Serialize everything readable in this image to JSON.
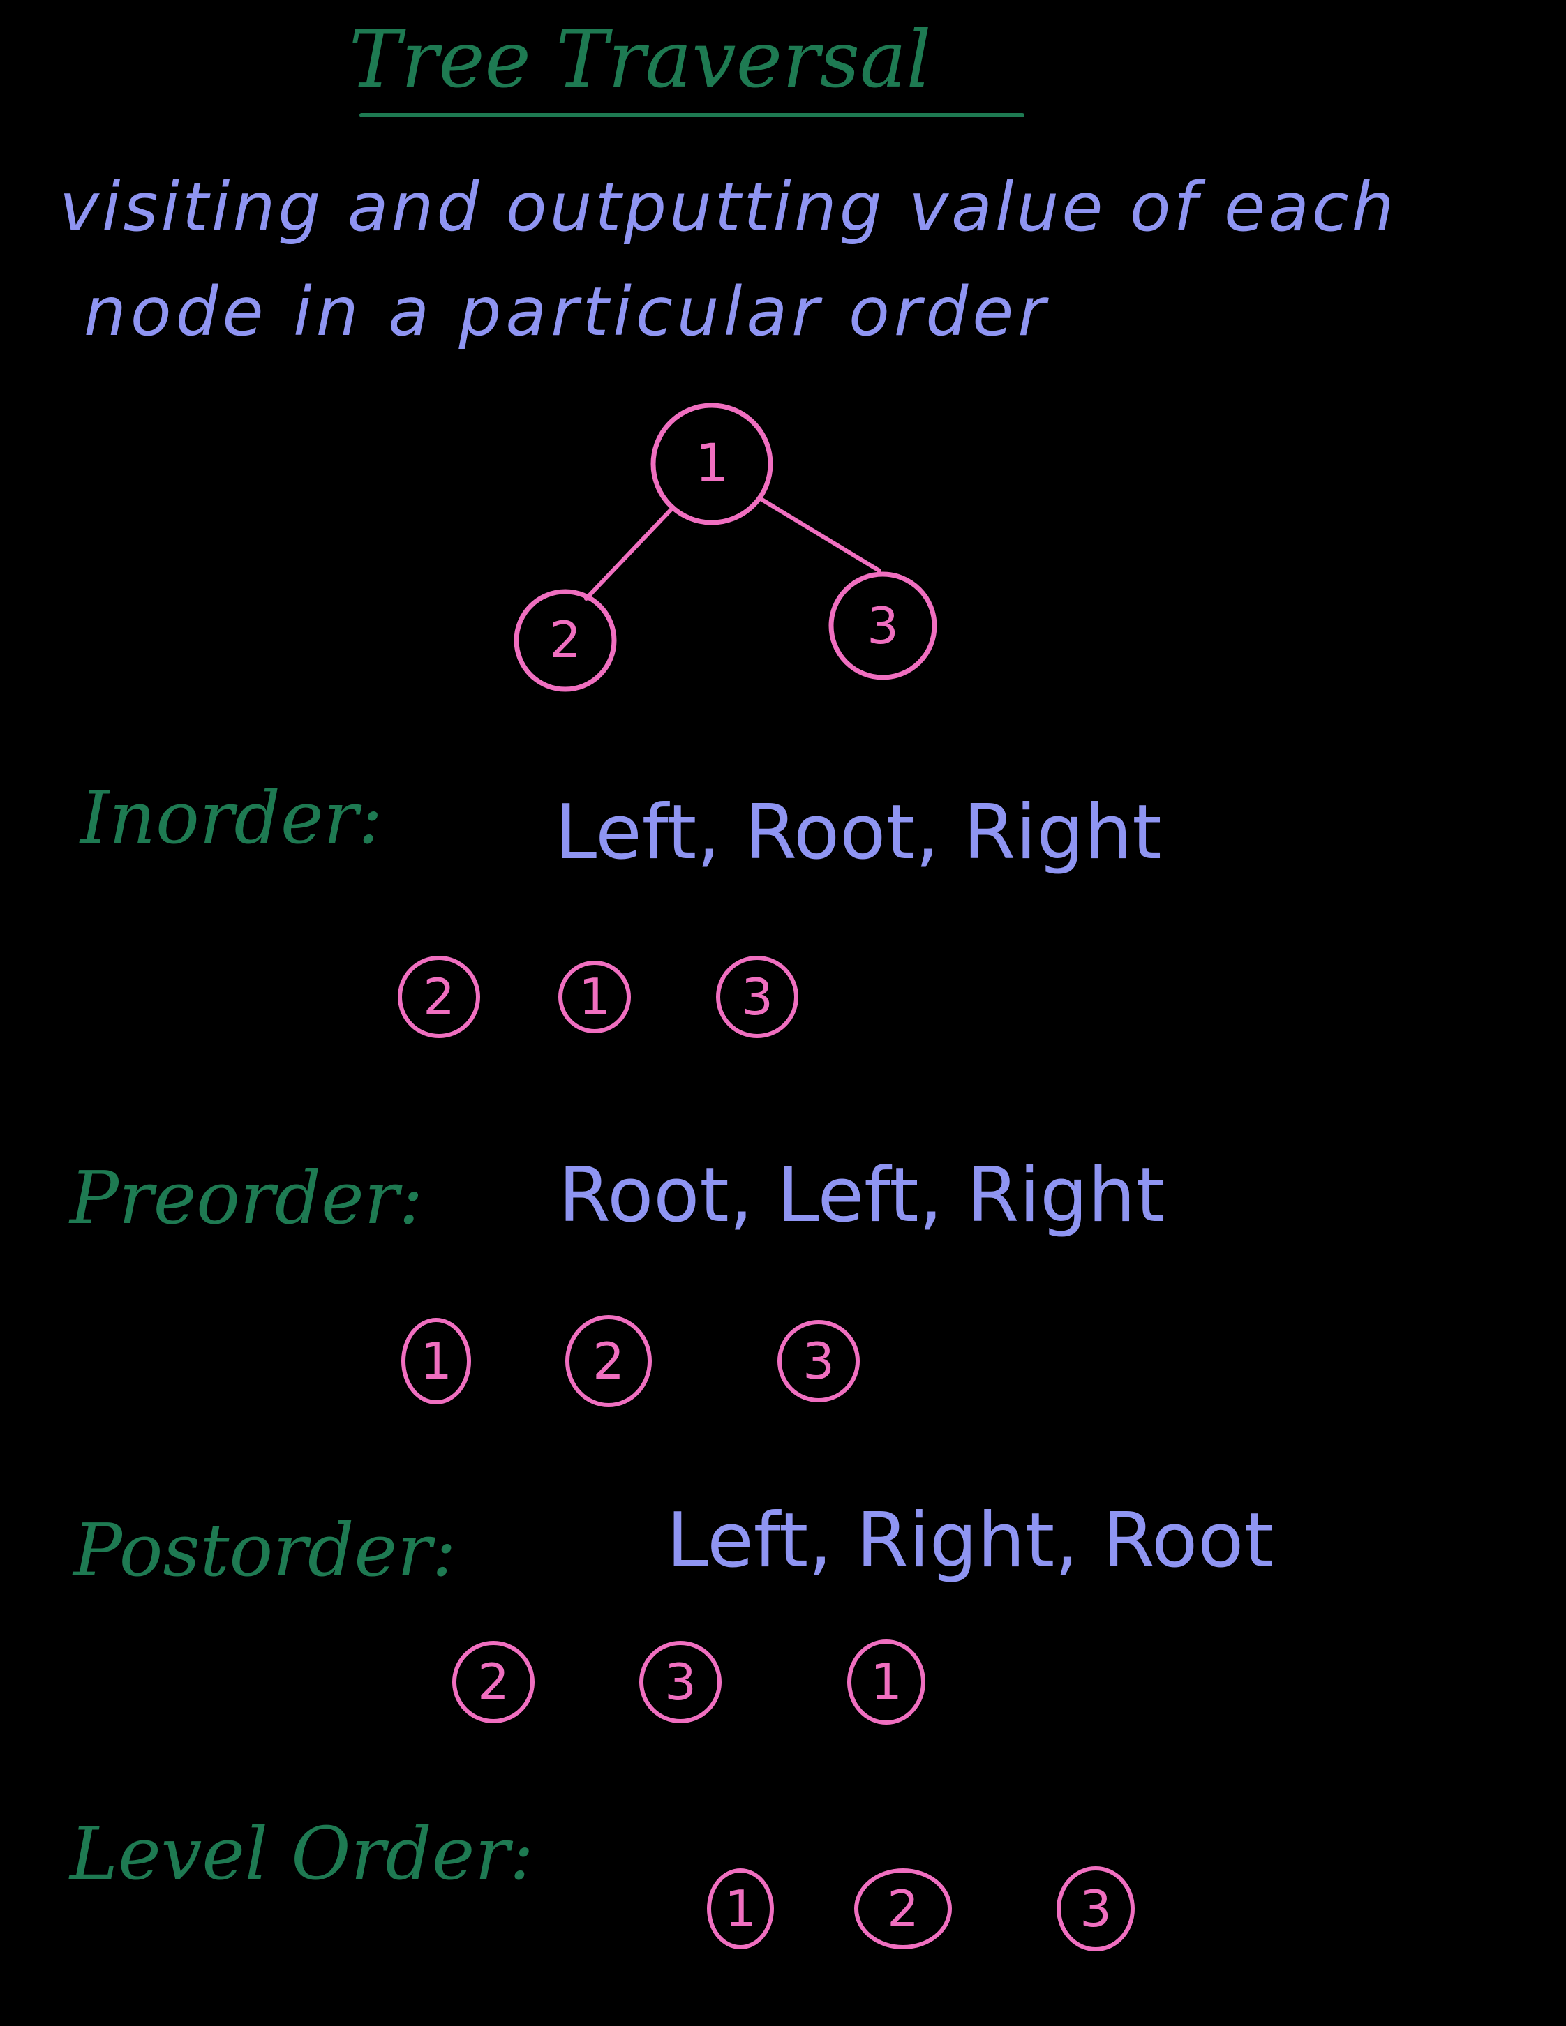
{
  "title": "Tree Traversal",
  "description": {
    "line1": "visiting and outputting value of each",
    "line2": "node in a particular order"
  },
  "tree": {
    "root": "1",
    "left": "2",
    "right": "3"
  },
  "colors": {
    "background": "#000000",
    "heading_green": "#1e7a52",
    "text_blue": "#8f95f2",
    "node_pink": "#f06fc0"
  },
  "traversals": [
    {
      "label": "Inorder:",
      "rule": "Left, Root, Right",
      "order": [
        "2",
        "1",
        "3"
      ]
    },
    {
      "label": "Preorder:",
      "rule": "Root, Left, Right",
      "order": [
        "1",
        "2",
        "3"
      ]
    },
    {
      "label": "Postorder:",
      "rule": "Left, Right, Root",
      "order": [
        "2",
        "3",
        "1"
      ]
    },
    {
      "label": "Level Order:",
      "rule": "",
      "order": [
        "1",
        "2",
        "3"
      ]
    }
  ]
}
